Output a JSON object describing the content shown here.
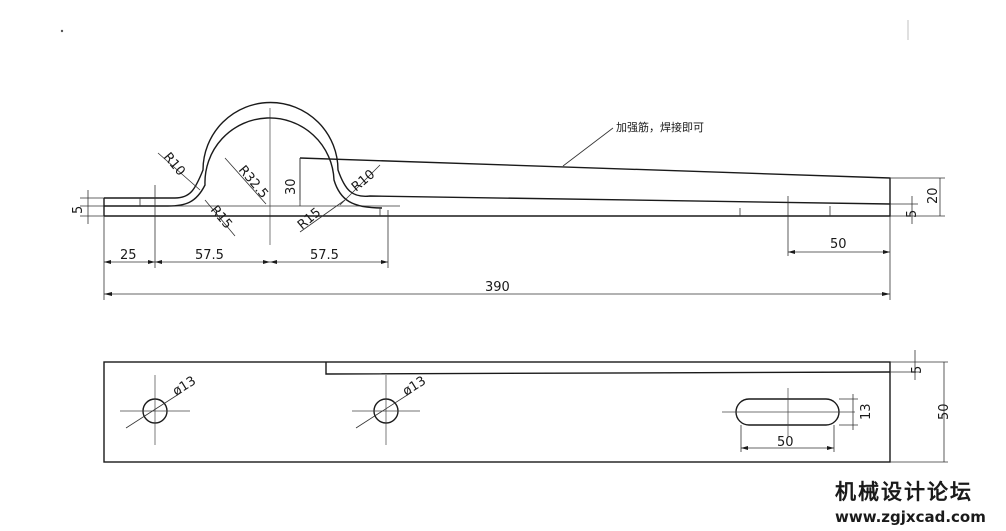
{
  "note": {
    "text": "加强筋，焊接即可"
  },
  "elevation_dims": {
    "d_5_left": "5",
    "d_25": "25",
    "d_57_5_a": "57.5",
    "d_57_5_b": "57.5",
    "d_390": "390",
    "d_50": "50",
    "d_20": "20",
    "d_5_right": "5",
    "d_30": "30",
    "r_10_a": "R10",
    "r_10_b": "R10",
    "r_32_5": "R32.5",
    "r_15_a": "R15",
    "r_15_b": "R15"
  },
  "plan_dims": {
    "hole_1": "ø13",
    "hole_2": "ø13",
    "d_5": "5",
    "d_50_width": "50",
    "d_13_slot": "13",
    "d_50_slot": "50"
  },
  "watermark": {
    "title": "机械设计论坛",
    "url": "www.zgjxcad.com"
  }
}
